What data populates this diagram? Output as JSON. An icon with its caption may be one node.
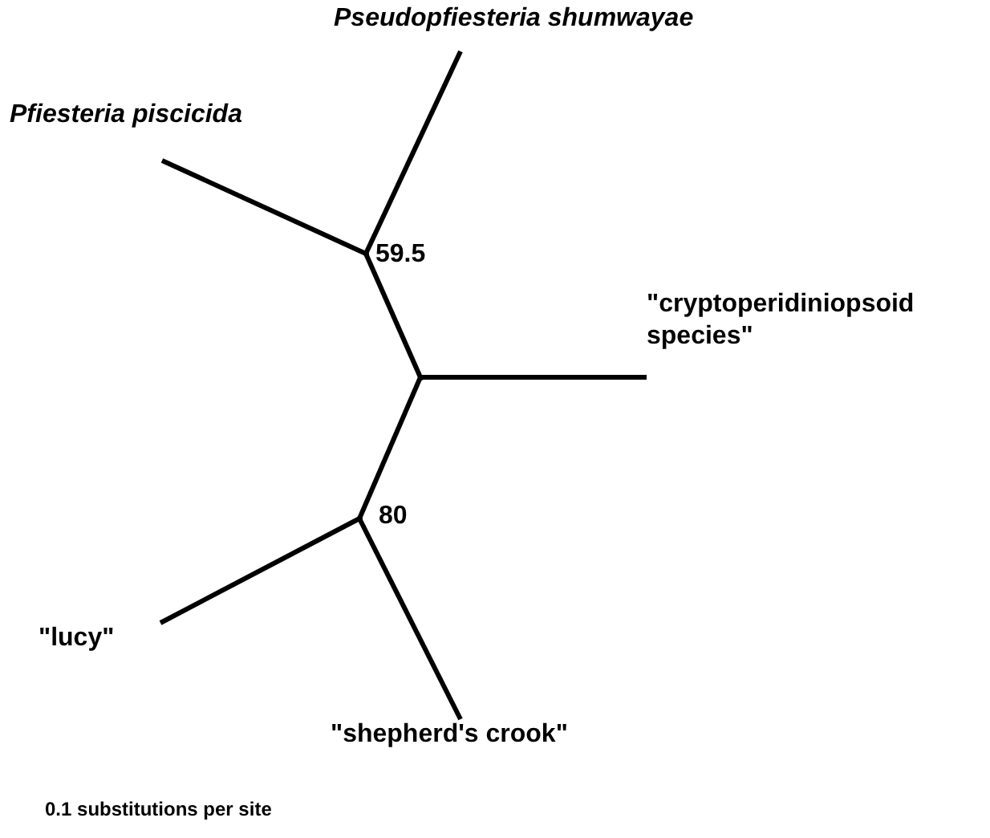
{
  "diagram": {
    "nodes": [
      {
        "text": [
          "Pseudopfiesteria shumwayae"
        ]
      },
      {
        "text": [
          "Pfiesteria piscicida"
        ]
      },
      {
        "text": [],
        "shape": "point",
        "beside": [
          "59.5"
        ]
      },
      {
        "text": [],
        "shape": "point"
      },
      {
        "text": [
          "\"cryptoperidiniopsoid species\""
        ]
      },
      {
        "text": [],
        "shape": "point",
        "beside": [
          "80"
        ]
      },
      {
        "text": [
          "\"lucy\""
        ]
      },
      {
        "text": [
          "\"shepherd's crook\""
        ]
      }
    ],
    "edges": [
      {
        "from": 2,
        "to": 0,
        "arrow": "none"
      },
      {
        "from": 2,
        "to": 1,
        "arrow": "none"
      },
      {
        "from": 3,
        "to": 2,
        "arrow": "none"
      },
      {
        "from": 3,
        "to": 4,
        "arrow": "none"
      },
      {
        "from": 3,
        "to": 5,
        "arrow": "none"
      },
      {
        "from": 5,
        "to": 6,
        "arrow": "none"
      },
      {
        "from": 5,
        "to": 7,
        "arrow": "none"
      }
    ],
    "labels": [
      "0.1 substitutions per site"
    ]
  }
}
